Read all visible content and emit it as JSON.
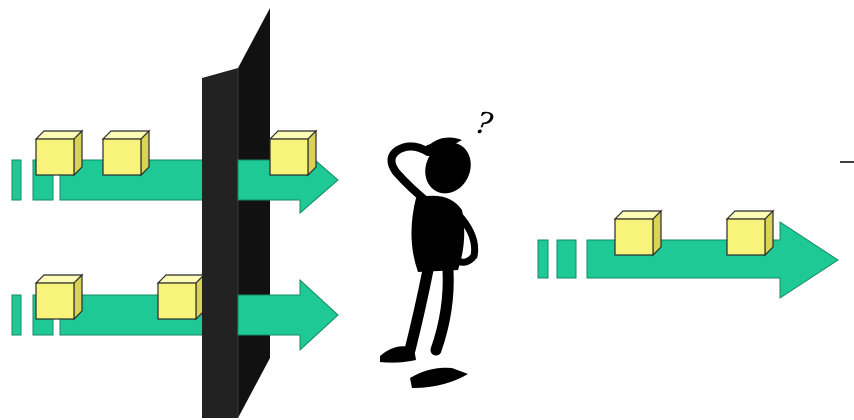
{
  "figure": {
    "question_glyph": "?",
    "colors": {
      "arrow": "#1fc995",
      "arrow_stroke": "#128a63",
      "packet_front": "#f8f37a",
      "packet_top": "#fdfbb6",
      "packet_side": "#d9d35a",
      "packet_stroke": "#2a2a2a",
      "wall_front": "#222222",
      "wall_side": "#111111",
      "figure": "#000000",
      "background": "#ffffff"
    },
    "streams": [
      {
        "name": "incoming-stream-top",
        "packets": 3
      },
      {
        "name": "incoming-stream-bottom",
        "packets": 2
      },
      {
        "name": "merged-output-stream",
        "packets": 2
      }
    ]
  }
}
